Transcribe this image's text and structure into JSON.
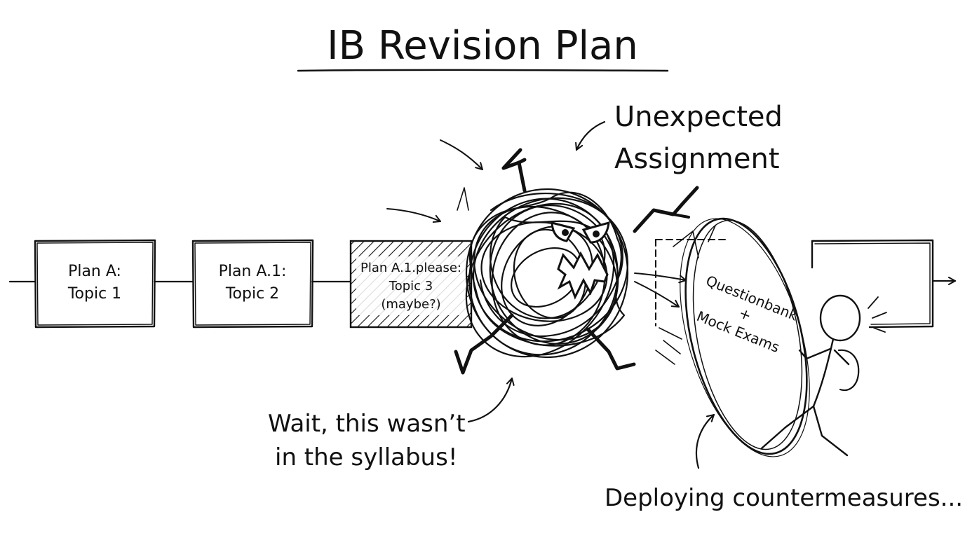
{
  "title": "IB Revision Plan",
  "plan_boxes": [
    {
      "line1": "Plan A:",
      "line2": "Topic 1"
    },
    {
      "line1": "Plan A.1:",
      "line2": "Topic 2"
    },
    {
      "line1": "Plan A.1.please:",
      "line2": "Topic 3",
      "line3": "(maybe?)"
    }
  ],
  "annotations": {
    "unexpected_line1": "Unexpected",
    "unexpected_line2": "Assignment",
    "wait_line1": "Wait, this wasn’t",
    "wait_line2": "in the syllabus!",
    "deploying": "Deploying countermeasures..."
  },
  "shield": {
    "line1": "Questionbank",
    "line2": "+",
    "line3": "Mock Exams"
  },
  "icons": {
    "monster": "scribble-monster-icon",
    "student": "stick-figure-student-icon",
    "shield": "oval-shield-icon"
  },
  "colors": {
    "ink": "#111111",
    "paper": "#ffffff"
  }
}
